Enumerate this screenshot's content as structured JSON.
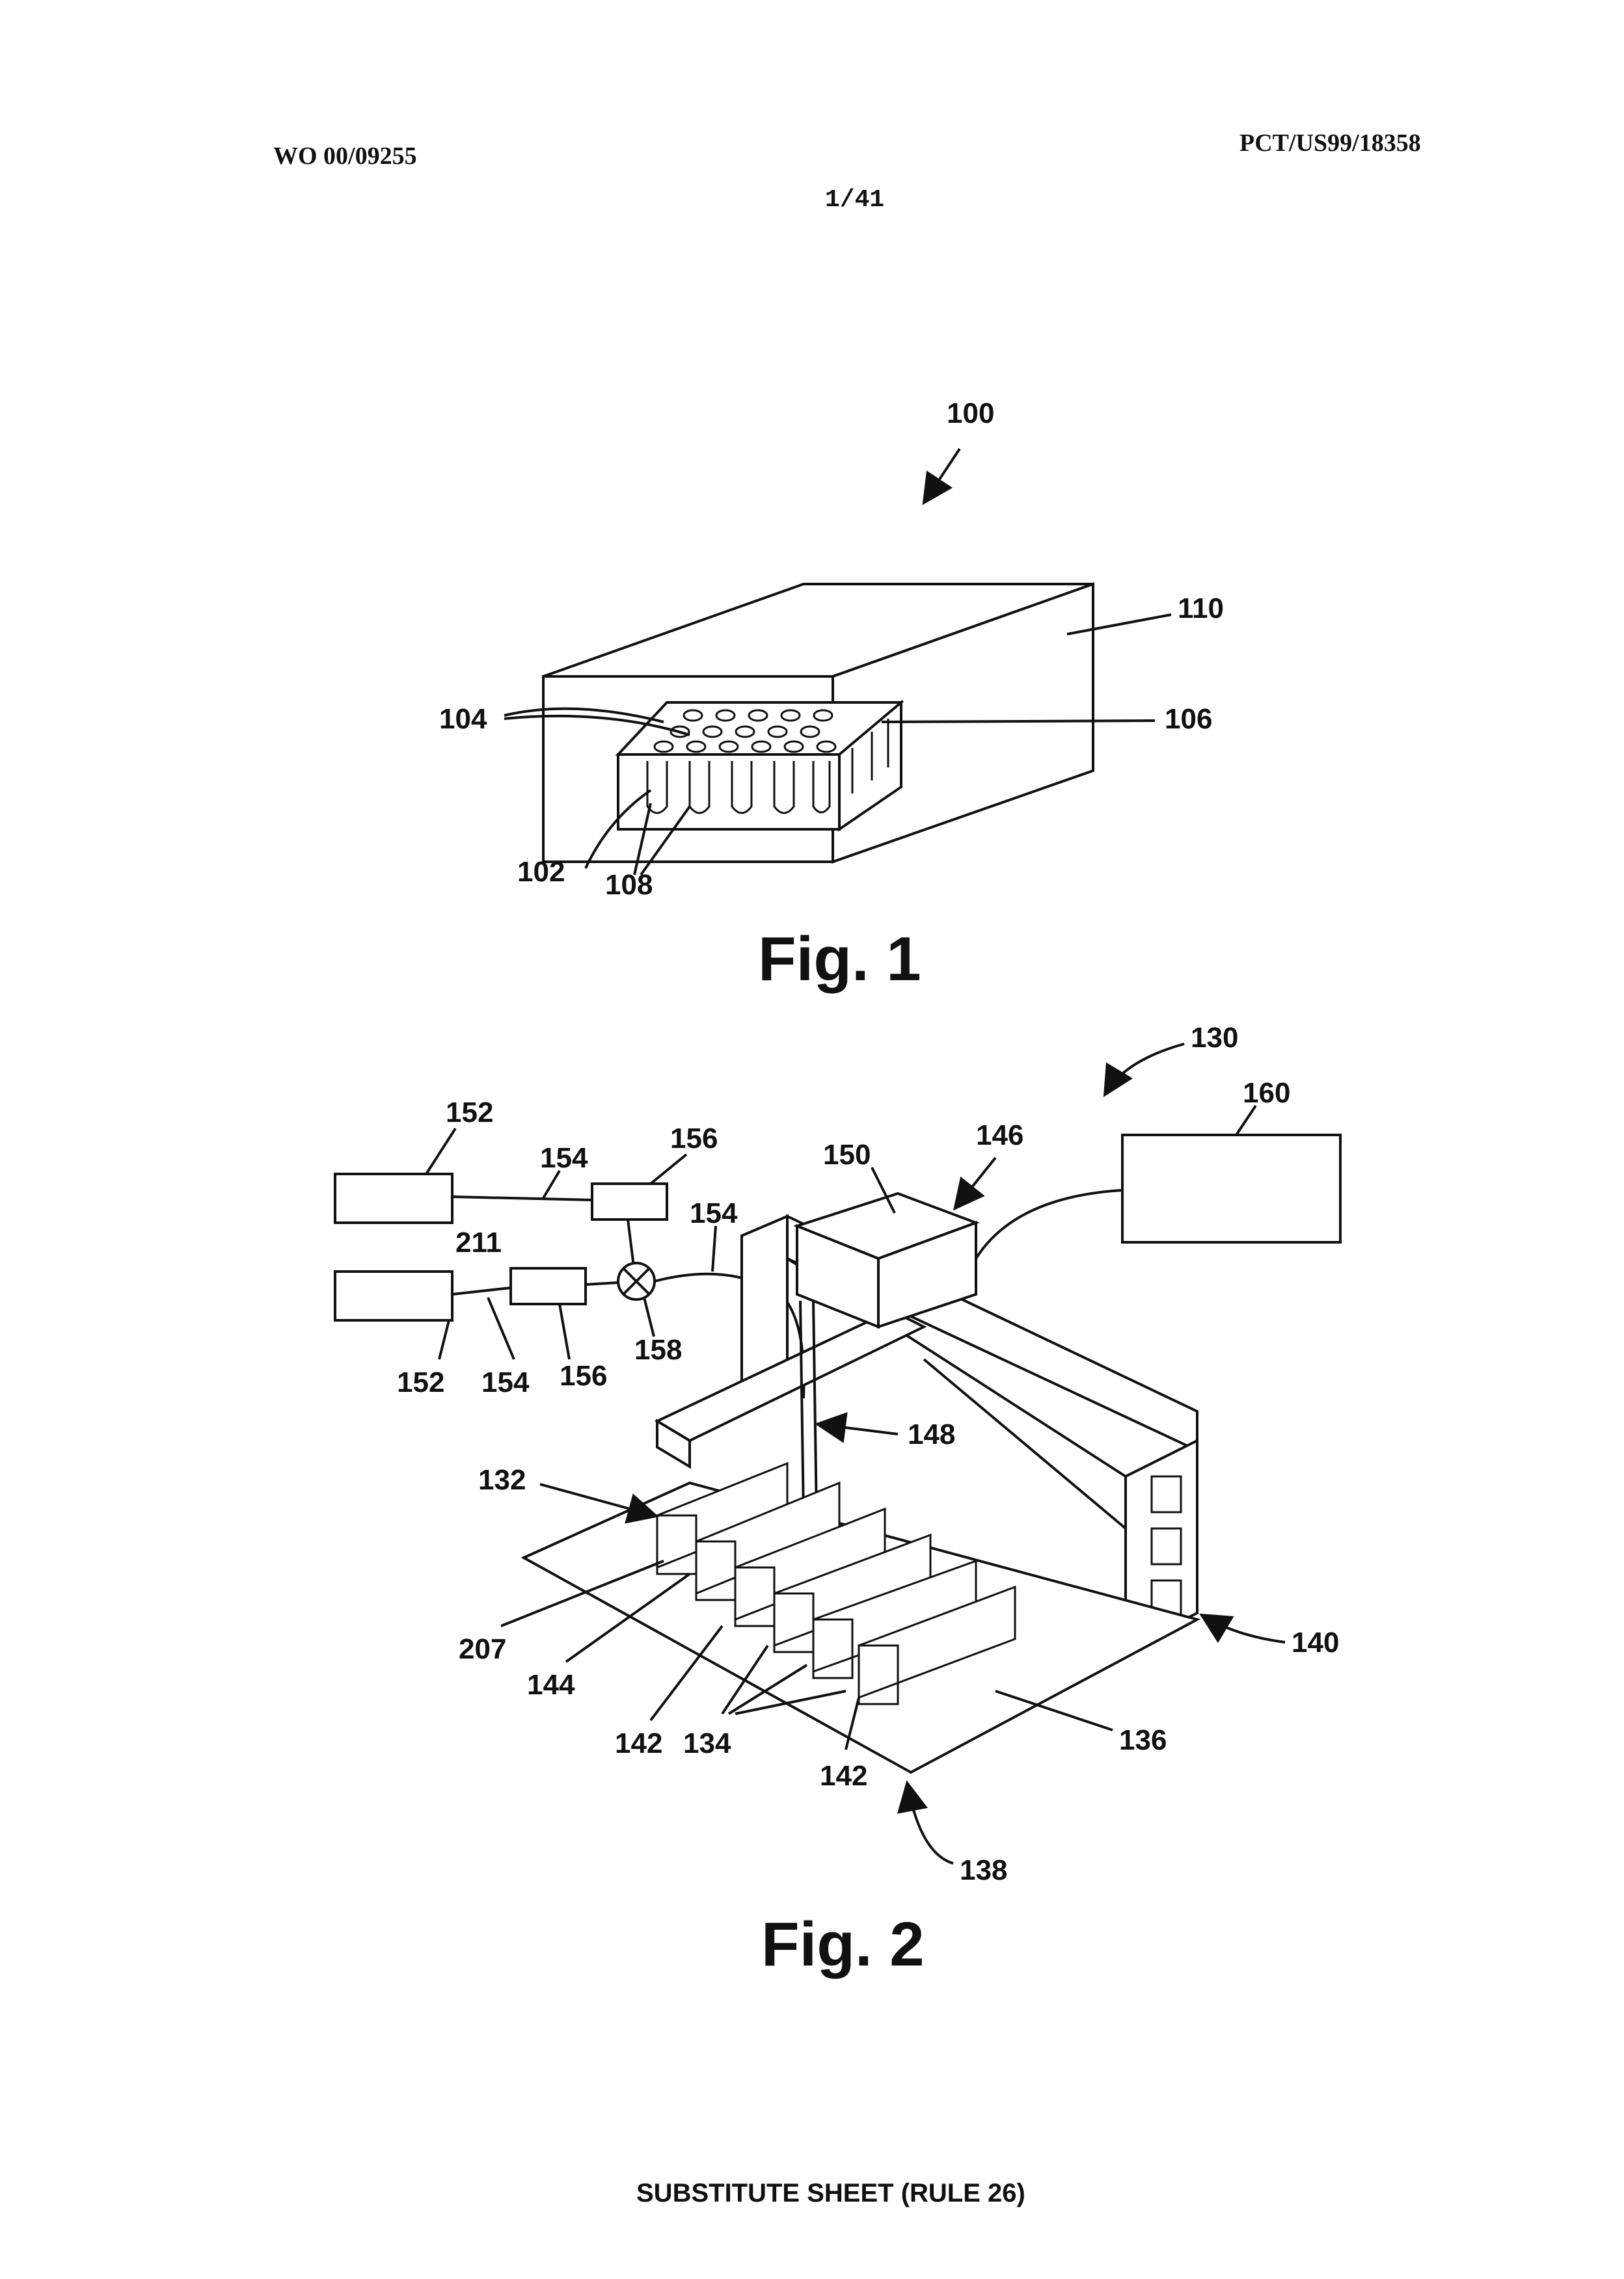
{
  "header": {
    "publication_number": "WO 00/09255",
    "application_number": "PCT/US99/18358",
    "sheet_number": "1/41"
  },
  "figure1": {
    "caption": "Fig. 1",
    "labels": [
      "100",
      "110",
      "104",
      "106",
      "102",
      "108"
    ]
  },
  "figure2": {
    "caption": "Fig. 2",
    "labels": [
      "130",
      "160",
      "152",
      "154",
      "156",
      "146",
      "150",
      "211",
      "154",
      "152",
      "154",
      "156",
      "158",
      "148",
      "132",
      "207",
      "144",
      "142",
      "134",
      "142",
      "136",
      "140",
      "138"
    ]
  },
  "footer": "SUBSTITUTE SHEET (RULE 26)"
}
